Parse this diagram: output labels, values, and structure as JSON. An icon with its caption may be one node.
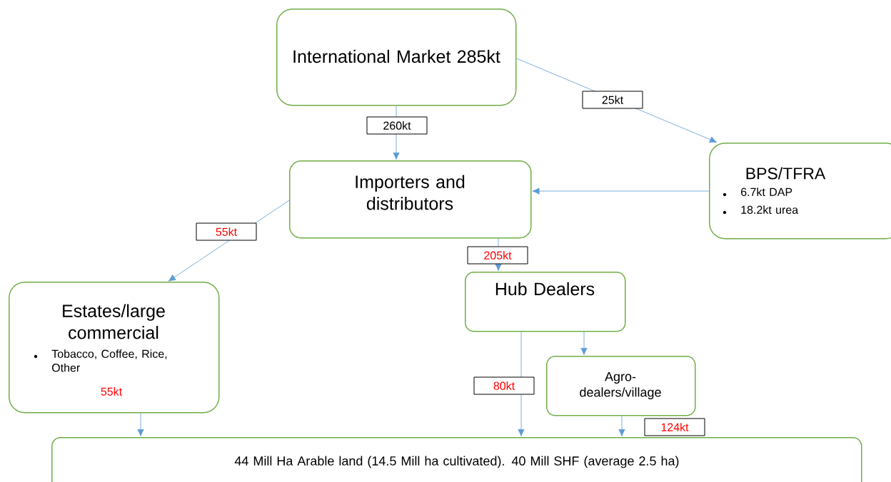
{
  "diagram": {
    "nodes": [
      {
        "text": [
          "International Market 285kt"
        ]
      },
      {
        "text": [
          "Importers and distributors"
        ]
      },
      {
        "text": [
          "BPS/TFRA",
          "6.7kt DAP",
          "18.2kt urea"
        ]
      },
      {
        "text": [
          "Estates/large commercial",
          "Tobacco, Coffee, Rice, Other",
          "55kt"
        ]
      },
      {
        "text": [
          "Hub Dealers"
        ]
      },
      {
        "text": [
          "Agro-dealers/village"
        ]
      },
      {
        "text": [
          "44 Mill Ha Arable land (14.5 Mill ha cultivated). 40 Mill SHF (average 2.5 ha)"
        ]
      }
    ],
    "edges": [
      {
        "from": 0,
        "to": 1,
        "arrow": "to",
        "label": "260kt"
      },
      {
        "from": 0,
        "to": 2,
        "arrow": "to",
        "label": "25kt"
      },
      {
        "from": 2,
        "to": 1,
        "arrow": "to"
      },
      {
        "from": 1,
        "to": 3,
        "arrow": "to",
        "label": "55kt"
      },
      {
        "from": 1,
        "to": 4,
        "arrow": "to",
        "label": "205kt"
      },
      {
        "from": 4,
        "to": 6,
        "arrow": "to",
        "label": "80kt"
      },
      {
        "from": 4,
        "to": 5,
        "arrow": "to"
      },
      {
        "from": 3,
        "to": 6,
        "arrow": "to"
      },
      {
        "from": 5,
        "to": 6,
        "arrow": "to",
        "label": "124kt"
      }
    ]
  }
}
